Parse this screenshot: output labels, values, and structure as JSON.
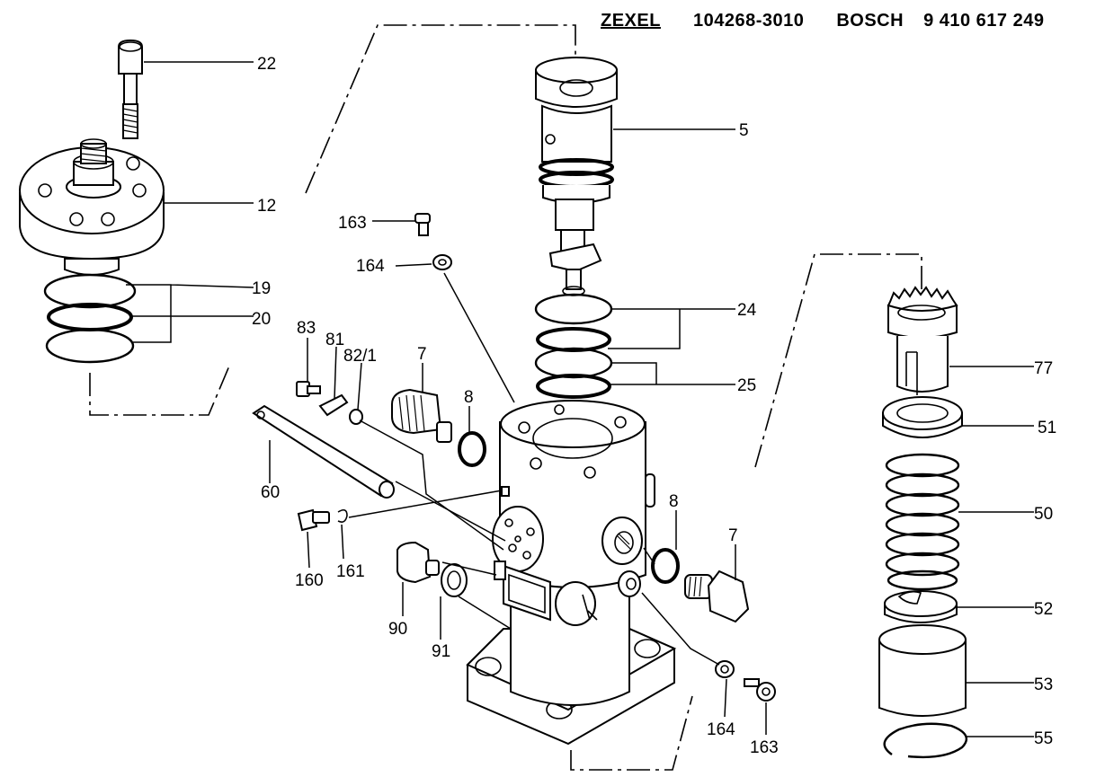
{
  "header": {
    "zexel_label": "ZEXEL",
    "zexel_number": "104268-3010",
    "bosch_label": "BOSCH",
    "bosch_number": "9 410 617 249"
  },
  "callouts": {
    "p22": "22",
    "p12": "12",
    "p19": "19",
    "p20": "20",
    "p5": "5",
    "p163_top": "163",
    "p164_top": "164",
    "p24": "24",
    "p25": "25",
    "p83": "83",
    "p81": "81",
    "p82": "82/1",
    "p7_left": "7",
    "p8_left": "8",
    "p60": "60",
    "p160": "160",
    "p161": "161",
    "p90": "90",
    "p91": "91",
    "p8_right": "8",
    "p7_right": "7",
    "p164_bottom": "164",
    "p163_bottom": "163",
    "p77": "77",
    "p51": "51",
    "p50": "50",
    "p52": "52",
    "p53": "53",
    "p55": "55"
  }
}
